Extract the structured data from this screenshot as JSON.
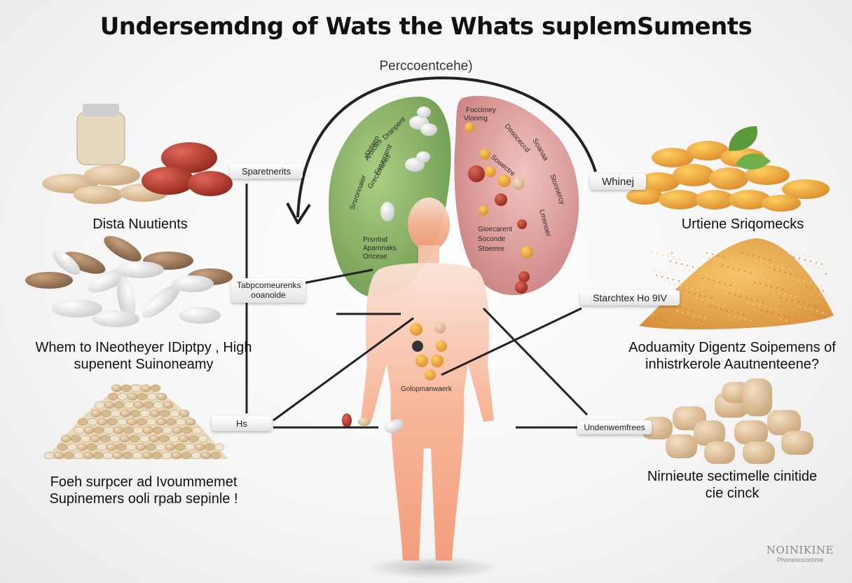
{
  "title": "Undersemdng of Wats the Whats suplemSuments",
  "subtitle": "Perccoentcehe)",
  "left_panels": [
    {
      "label": "Dista Nuutients",
      "tag": "Sparetnerits"
    },
    {
      "label": "Whem to INeotheyer IDiptpy , High supenent Suinoneamy",
      "tag": "Tabpcomeurenks ooanolde"
    },
    {
      "label": "Foeh surpcer ad Ivoummemet Supinemers ooli rpab sepinle !",
      "tag": "Hs"
    }
  ],
  "right_panels": [
    {
      "label": "Urtiene Sriqomecks",
      "tag": "Whinej"
    },
    {
      "label": "Aoduamity Digentz Soipemens of inhistrkerole Aautnenteene?",
      "tag": "Starchtex Ho 9IV"
    },
    {
      "label": "Nirnieute sectimelle cinitide cie cinck",
      "tag": "Undenwemfrees"
    }
  ],
  "organ_text": {
    "green": [
      "Alnlaen",
      "Fsnarrarnt",
      "Srsronnaler",
      "Aroicles",
      "Dranpent",
      "Greccrranes"
    ],
    "green_bottom": [
      "Prsrrlnd",
      "Aparnnaks",
      "Oricese"
    ],
    "pink": [
      "Foccimey",
      "Vlonmg",
      "Dosoceccd",
      "Soanaa",
      "Stonnercy",
      "Lmenoer",
      "Sowectre"
    ],
    "pink_bottom": [
      "Gioecarent",
      "Soconde",
      "Stoemre"
    ],
    "stomach": "Golopmanwaerk"
  },
  "brand": {
    "line1": "NOINIKINE",
    "line2": "Phoneoncorome"
  },
  "colors": {
    "green_organ": "#8bb26a",
    "pink_organ": "#d99c98",
    "body_skin": "#f5a786",
    "pill_white": "#f0f0f0",
    "capsule_red": "#b8372b",
    "capsule_orange": "#e8a33a"
  }
}
